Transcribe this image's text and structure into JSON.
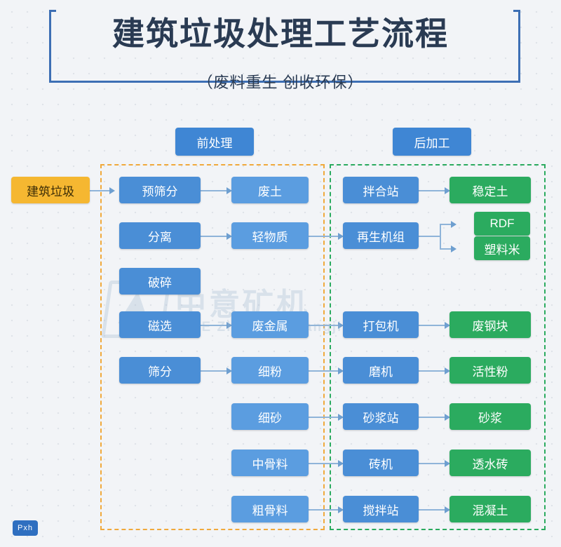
{
  "header": {
    "title": "建筑垃圾处理工艺流程",
    "subtitle": "（废料重生  创收环保）"
  },
  "sections": [
    {
      "label": "前处理"
    },
    {
      "label": "后加工"
    }
  ],
  "input_node": {
    "label": "建筑垃圾"
  },
  "columns": {
    "stage1": [
      {
        "label": "预筛分"
      },
      {
        "label": "分离"
      },
      {
        "label": "破碎"
      },
      {
        "label": "磁选"
      },
      {
        "label": "筛分"
      }
    ],
    "stage2": [
      {
        "label": "废土"
      },
      {
        "label": "轻物质"
      },
      {
        "label": "废金属"
      },
      {
        "label": "细粉"
      },
      {
        "label": "细砂"
      },
      {
        "label": "中骨料"
      },
      {
        "label": "粗骨料"
      }
    ],
    "stage3": [
      {
        "label": "拌合站"
      },
      {
        "label": "再生机组"
      },
      {
        "label": "打包机"
      },
      {
        "label": "磨机"
      },
      {
        "label": "砂浆站"
      },
      {
        "label": "砖机"
      },
      {
        "label": "搅拌站"
      }
    ],
    "stage4": [
      {
        "label": "稳定土"
      },
      {
        "label": "RDF"
      },
      {
        "label": "塑料米"
      },
      {
        "label": "废钢块"
      },
      {
        "label": "活性粉"
      },
      {
        "label": "砂浆"
      },
      {
        "label": "透水砖"
      },
      {
        "label": "混凝土"
      }
    ]
  },
  "watermark": {
    "line1": "中意矿机",
    "line2": "ZOONYE  Zhongyi Kuangji"
  },
  "logo": {
    "label": "Pxh"
  },
  "colors": {
    "blue": "#4a8ed6",
    "green": "#2bab5f",
    "yellow": "#f5b731",
    "frame_pre": "#f0a93b",
    "frame_post": "#2bab5f",
    "title": "#2a3b53",
    "background": "#f2f4f7"
  }
}
